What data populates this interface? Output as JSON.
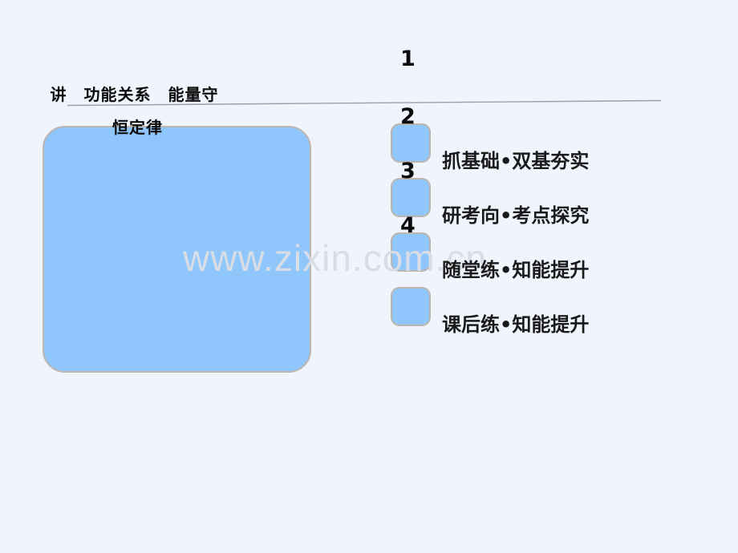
{
  "slide": {
    "background_color": "#eff4fd",
    "accent_color": "#8fc6fc",
    "border_color": "#bcb6ae",
    "text_color": "#0b0b0b",
    "watermark": "www.zixin.com.cn",
    "watermark_color": "#d9dde5"
  },
  "title_box": {
    "line1": "讲　功能关系　能量守",
    "line2": "恒定律"
  },
  "section_number": {
    "standalone": "1"
  },
  "menu": {
    "items": [
      {
        "number": "2",
        "label": "抓基础•双基夯实"
      },
      {
        "number": "3",
        "label": "研考向•考点探究"
      },
      {
        "number": "4",
        "label": "随堂练•知能提升"
      },
      {
        "number": "",
        "label": "课后练•知能提升"
      }
    ]
  }
}
